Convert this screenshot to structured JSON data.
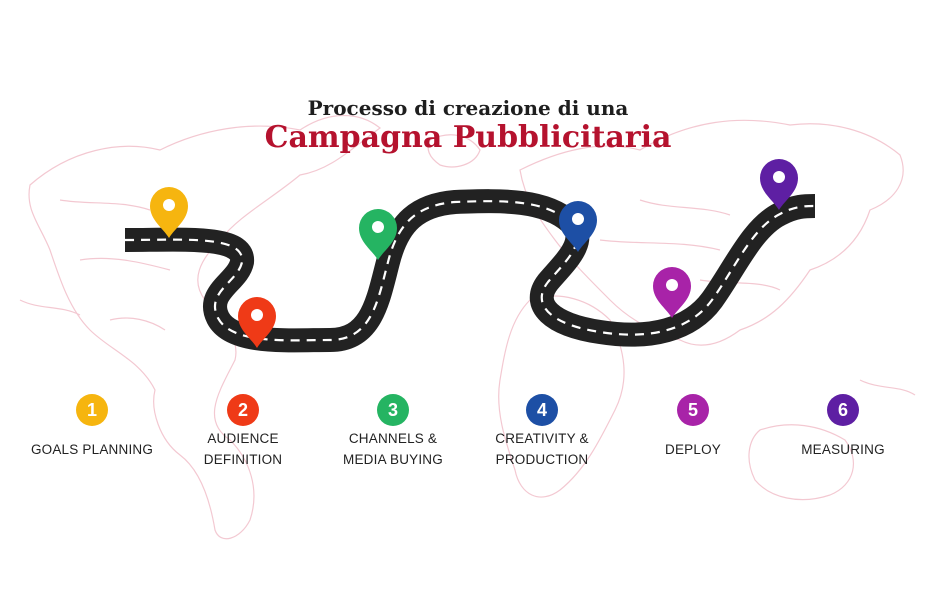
{
  "title": {
    "line1": "Processo di creazione di una",
    "line2": "Campagna Pubblicitaria"
  },
  "colors": {
    "map_outline": "#f2c3cd",
    "road": "#222222",
    "road_dash": "#ffffff",
    "title_accent": "#b5122e"
  },
  "steps": [
    {
      "number": "1",
      "label": "GOALS PLANNING",
      "color": "#f6b50f",
      "icon": "map-pin-icon"
    },
    {
      "number": "2",
      "label": "AUDIENCE DEFINITION",
      "color": "#ef3a17",
      "icon": "map-pin-icon"
    },
    {
      "number": "3",
      "label": "CHANNELS & MEDIA BUYING",
      "color": "#25b462",
      "icon": "map-pin-icon"
    },
    {
      "number": "4",
      "label": "CREATIVITY & PRODUCTION",
      "color": "#1d4fa5",
      "icon": "map-pin-icon"
    },
    {
      "number": "5",
      "label": "DEPLOY",
      "color": "#a823a8",
      "icon": "map-pin-icon"
    },
    {
      "number": "6",
      "label": "MEASURING",
      "color": "#5e1fa3",
      "icon": "map-pin-icon"
    }
  ]
}
